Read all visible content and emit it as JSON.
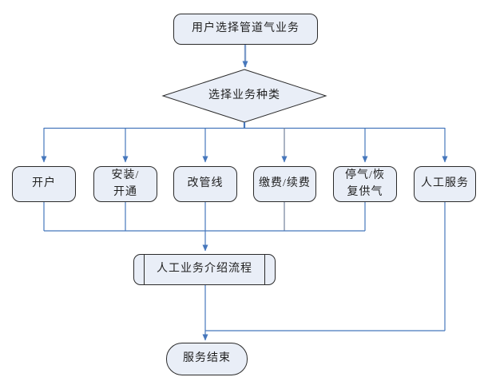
{
  "diagram": {
    "title": "pipeline-gas-service-ivr-flowchart",
    "colors": {
      "node_fill": "#e9eef7",
      "node_border": "#2a2a2a",
      "text": "#1f1f1f",
      "connector": "#4677bc",
      "connector_light": "#7e9cc9",
      "connector_muted": "#71809b"
    },
    "nodes": {
      "start": {
        "shape": "rounded-rectangle",
        "label": "用户选择管道气业务"
      },
      "decision": {
        "shape": "diamond",
        "label": "选择业务种类"
      },
      "branches": [
        {
          "id": "open-account",
          "shape": "rounded-rectangle",
          "label": "开户"
        },
        {
          "id": "install-activate",
          "shape": "rounded-rectangle",
          "label": "安装/\n开通"
        },
        {
          "id": "change-pipeline",
          "shape": "rounded-rectangle",
          "label": "改管线"
        },
        {
          "id": "pay-renew",
          "shape": "rounded-rectangle",
          "label": "缴费/续费"
        },
        {
          "id": "stop-restore-gas",
          "shape": "rounded-rectangle",
          "label": "停气/恢\n复供气"
        },
        {
          "id": "manual-service",
          "shape": "rounded-rectangle",
          "label": "人工服务"
        }
      ],
      "process": {
        "shape": "predefined-process",
        "label": "人工业务介绍流程"
      },
      "end": {
        "shape": "terminator",
        "label": "服务结束"
      }
    }
  }
}
